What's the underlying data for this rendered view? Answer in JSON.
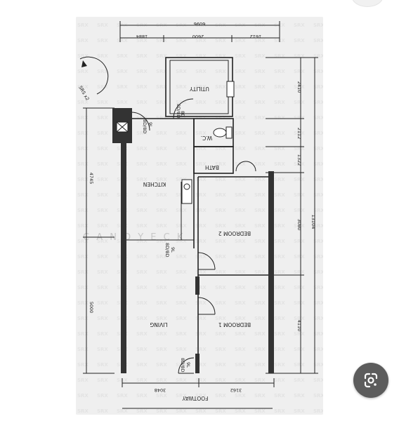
{
  "plan": {
    "dimensions": {
      "overall_width": "6096",
      "top_left": "1884",
      "top_middle": "2600",
      "top_right": "1612",
      "right_utility": "2410",
      "right_wc": "2112",
      "right_bath": "1322",
      "right_bedroom2": "3080",
      "right_bedroom1": "4110",
      "right_overall": "13104",
      "left_upper": "4745",
      "left_lower": "5000",
      "bottom_left": "3048",
      "bottom_right": "3162"
    },
    "rooms": {
      "utility": "UTILITY",
      "wc": "W.C.",
      "bath": "BATH",
      "kitchen": "KITCHEN",
      "bedroom2": "BEDROOM 2",
      "bedroom1": "BEDROOM 1",
      "living": "LIVING",
      "footway": "FOOTWAY"
    },
    "door_tags": {
      "utility_door": "8D",
      "kitchen_door": "9L",
      "living_internal_door": "9L",
      "entrance_door": "9L"
    },
    "door_codes": {
      "utility_door": "8D/8D",
      "kitchen_door": "8D/8D",
      "living_internal_door": "8D/8D",
      "entrance_door": "8D/8D"
    },
    "compass_label": "SRS x2",
    "watermark": "C A N D Y   E C K"
  },
  "ui": {
    "lens_icon": "google-lens-icon"
  }
}
